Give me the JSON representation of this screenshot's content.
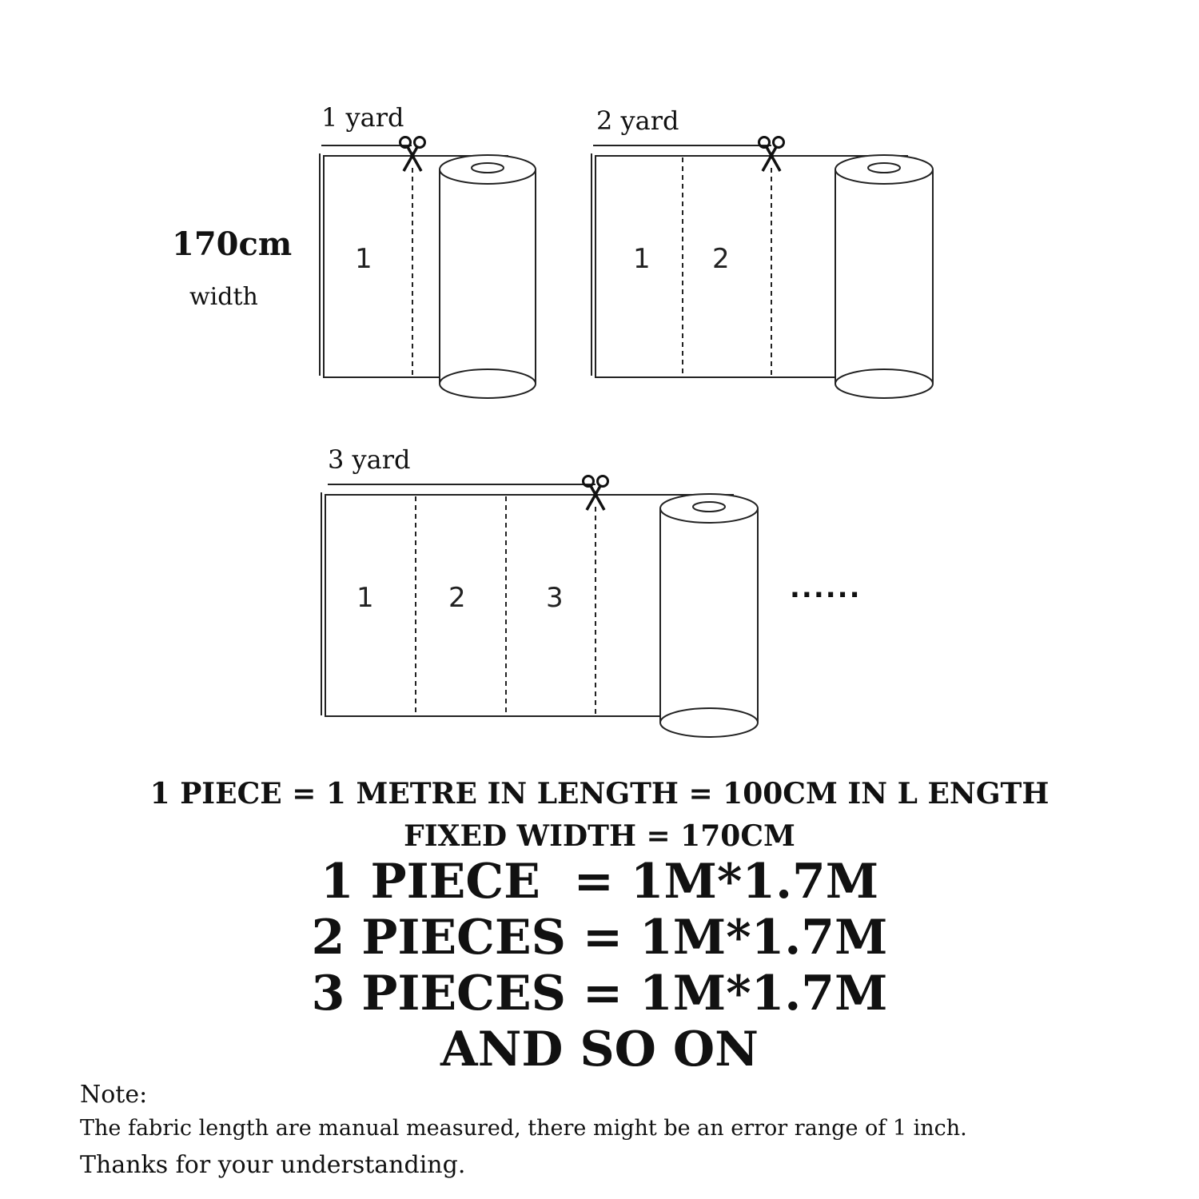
{
  "width_label": {
    "value": "170cm",
    "caption": "width"
  },
  "panels": [
    {
      "length_label": "1 yard",
      "pieces": [
        "1"
      ]
    },
    {
      "length_label": "2 yard",
      "pieces": [
        "1",
        "2"
      ]
    },
    {
      "length_label": "3 yard",
      "pieces": [
        "1",
        "2",
        "3"
      ]
    }
  ],
  "continuation": "......",
  "spec": {
    "line1": "1 PIECE = 1 METRE IN LENGTH = 100CM IN L ENGTH",
    "line2": "FIXED WIDTH = 170CM"
  },
  "equations": [
    "1 PIECE  = 1M*1.7M",
    "2 PIECES = 1M*1.7M",
    "3 PIECES = 1M*1.7M",
    "AND SO ON"
  ],
  "note": {
    "title": "Note:",
    "line1": "The fabric length are manual measured, there might be an error range of 1 inch.",
    "line2": "Thanks for your understanding."
  }
}
